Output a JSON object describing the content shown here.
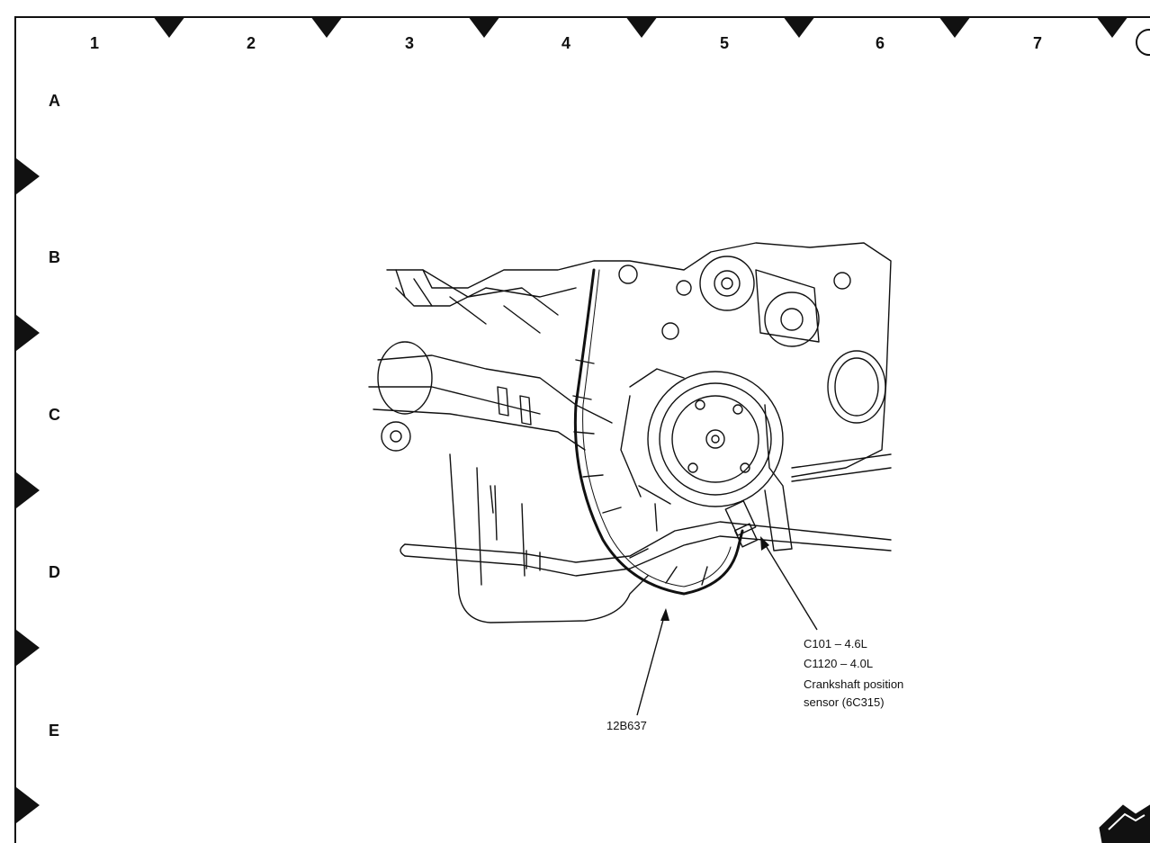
{
  "grid": {
    "columns": [
      "1",
      "2",
      "3",
      "4",
      "5",
      "6",
      "7"
    ],
    "rows": [
      "A",
      "B",
      "C",
      "D",
      "E"
    ]
  },
  "callouts": {
    "harness_part": "12B637",
    "connector_46": "C101 – 4.6L",
    "connector_40": "C1120 – 4.0L",
    "sensor_line1": "Crankshaft position",
    "sensor_line2": "sensor (6C315)"
  }
}
